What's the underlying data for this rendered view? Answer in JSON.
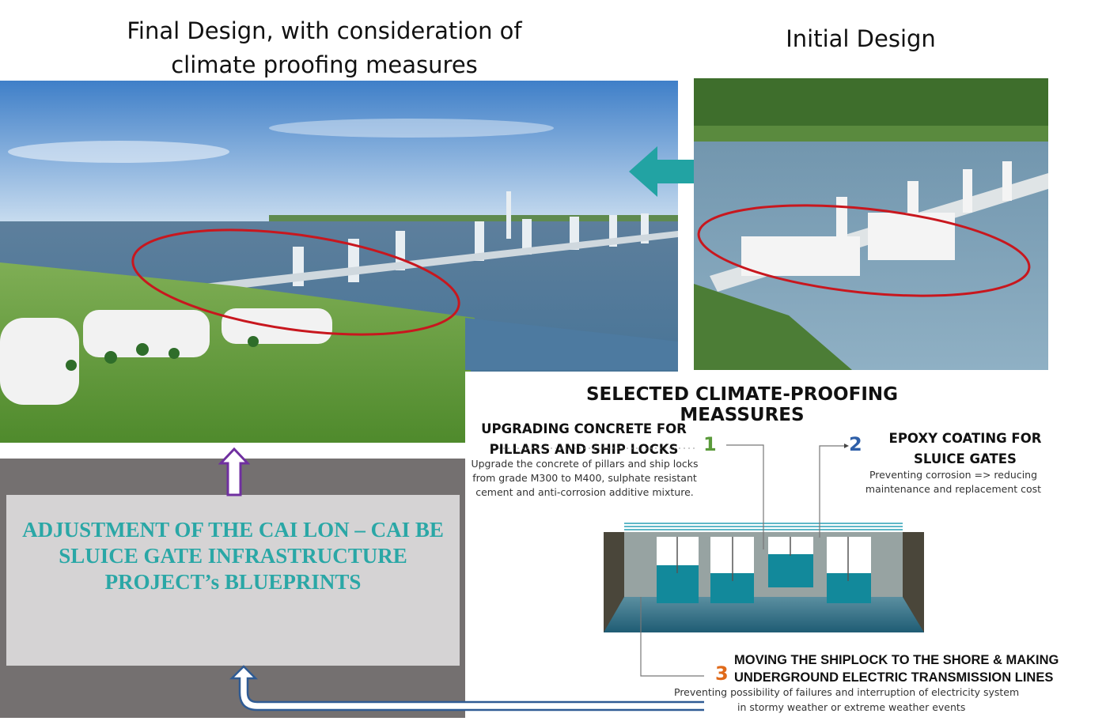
{
  "titles": {
    "final_design": [
      "Final Design, with consideration of",
      "climate proofing measures"
    ],
    "initial_design": "Initial Design"
  },
  "measures": {
    "heading": "SELECTED CLIMATE-PROOFING MEASSURES",
    "items": [
      {
        "number": "1",
        "title": [
          "UPGRADING CONCRETE FOR",
          "PILLARS AND SHIP LOCKS"
        ],
        "description": [
          "Upgrade the concrete of pillars and ship locks",
          "from grade M300 to M400, sulphate resistant",
          "cement and anti-corrosion additive mixture."
        ],
        "color": "#5a9a3a"
      },
      {
        "number": "2",
        "title": [
          "EPOXY COATING FOR",
          "SLUICE GATES"
        ],
        "description": [
          "Preventing  corrosion => reducing",
          "maintenance  and  replacement  cost"
        ],
        "color": "#2e5fa8"
      },
      {
        "number": "3",
        "title": [
          "MOVING  THE SHIPLOCK  TO THE SHORE & MAKING",
          "UNDERGROUND  ELECTRIC  TRANSMISSION  LINES"
        ],
        "description": [
          "Preventing  possibility of failures and interruption  of electricity system",
          "in stormy  weather  or extreme  weather  events"
        ],
        "color": "#e06a1a"
      }
    ]
  },
  "project_box": {
    "lines": [
      "ADJUSTMENT  OF THE CAI LON – CAI BE",
      "SLUICE GATE INFRASTRUCTURE",
      "PROJECT’s BLUEPRINTS"
    ]
  },
  "colors": {
    "teal_arrow": "#22a3a3",
    "red_ellipse": "#c8171e",
    "purple_arrow": "#7030a0",
    "blue_arrow": "#2f5b94",
    "gray_panel": "#747070"
  }
}
